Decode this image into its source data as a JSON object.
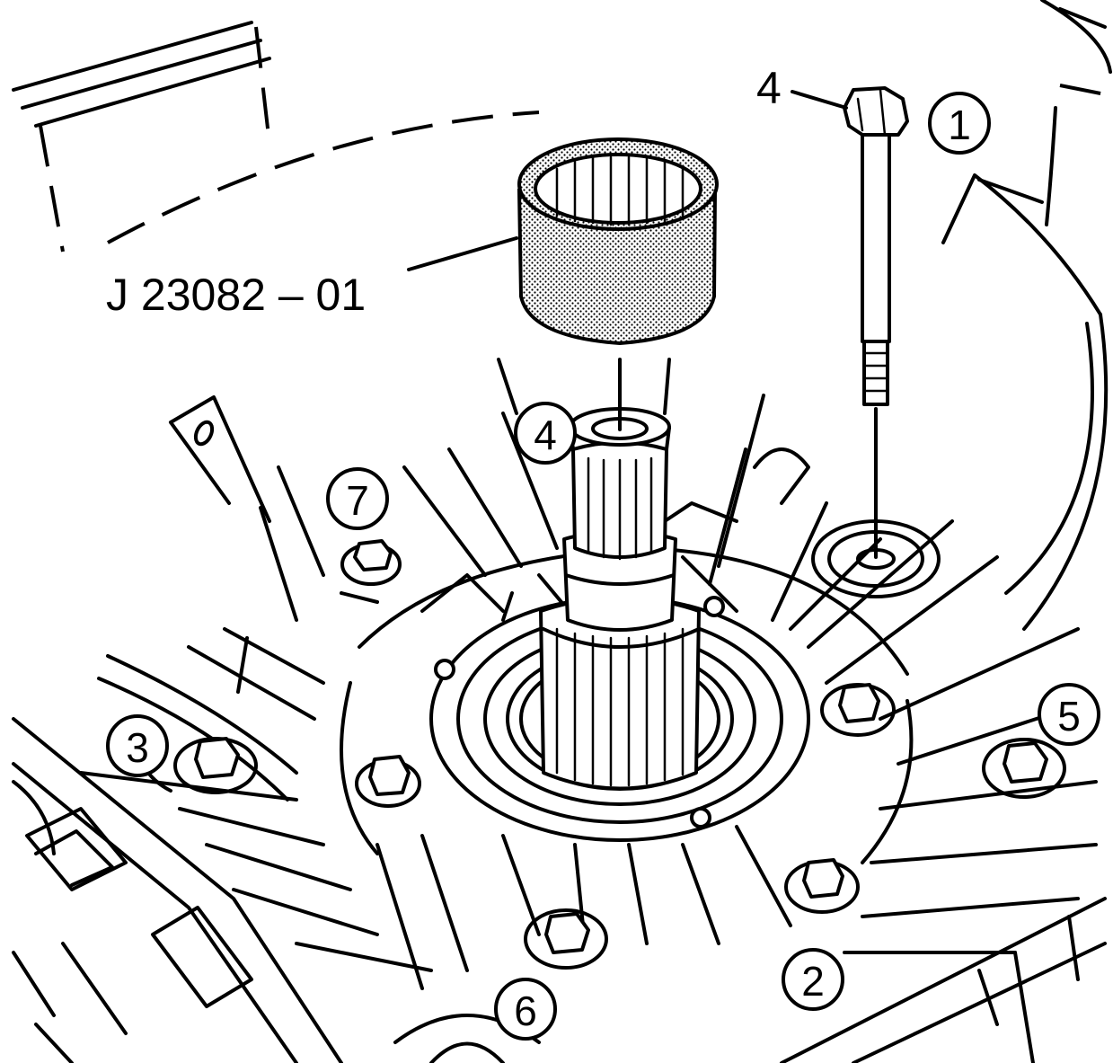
{
  "tool_label": "J 23082 – 01",
  "bolt_label": "4",
  "sequence": [
    "1",
    "2",
    "3",
    "4",
    "5",
    "6",
    "7"
  ]
}
